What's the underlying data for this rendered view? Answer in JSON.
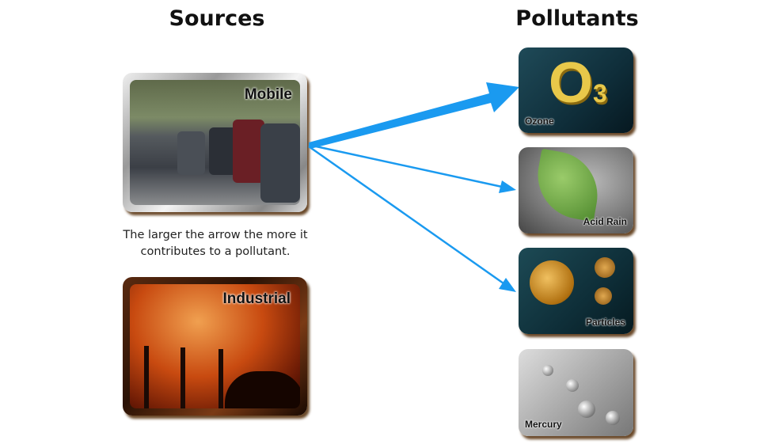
{
  "headings": {
    "sources": "Sources",
    "pollutants": "Pollutants"
  },
  "sources": [
    {
      "label": "Mobile"
    },
    {
      "label": "Industrial"
    }
  ],
  "caption": [
    "The larger the arrow the more it",
    "contributes to a pollutant."
  ],
  "pollutants": [
    {
      "label": "Ozone",
      "symbol": "O",
      "subscript": "3"
    },
    {
      "label": "Acid Rain"
    },
    {
      "label": "Particles"
    },
    {
      "label": "Mercury"
    }
  ],
  "colors": {
    "arrow": "#1a9af0"
  }
}
